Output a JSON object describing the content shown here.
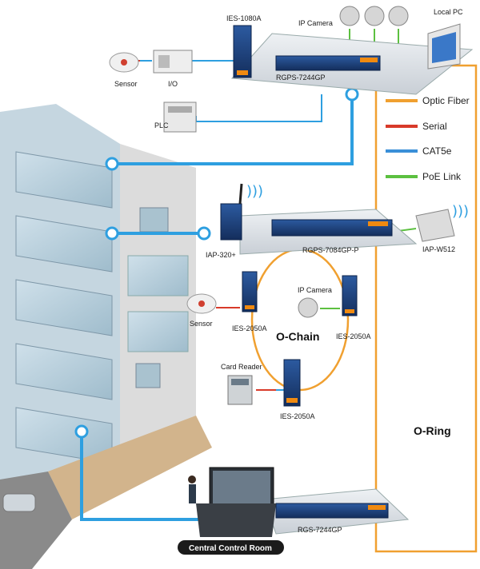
{
  "devices": {
    "ies_1080a": "IES-1080A",
    "ip_camera_top": "IP Camera",
    "local_pc": "Local  PC",
    "sensor_top": "Sensor",
    "io": "I/O",
    "rgps_7244gp": "RGPS-7244GP",
    "plc": "PLC",
    "iap_320": "IAP-320+",
    "rgps_7084gp_p": "RGPS-7084GP-P",
    "iap_w512": "IAP-W512",
    "ip_camera_mid": "IP Camera",
    "sensor_mid": "Sensor",
    "ies_2050a_left": "IES-2050A",
    "ies_2050a_right": "IES-2050A",
    "card_reader": "Card Reader",
    "ies_2050a_bottom": "IES-2050A",
    "rgs_7244gp": "RGS-7244GP",
    "control_room": "Central Control Room"
  },
  "topologies": {
    "o_chain": "O-Chain",
    "o_ring": "O-Ring"
  },
  "legend": [
    {
      "label": "Optic Fiber",
      "color": "#f0a030"
    },
    {
      "label": "Serial",
      "color": "#d83a2a"
    },
    {
      "label": "CAT5e",
      "color": "#3a8fd8"
    },
    {
      "label": "PoE Link",
      "color": "#5cc040"
    }
  ],
  "colors": {
    "fiber": "#f0a030",
    "serial": "#d83a2a",
    "cat5e": "#2e9fe0",
    "poe": "#5cc040",
    "switch_blue": "#1c4b8c"
  }
}
